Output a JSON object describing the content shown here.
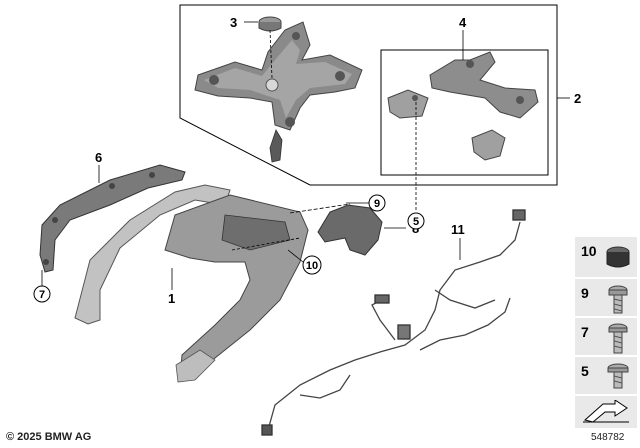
{
  "callouts": {
    "c1": "1",
    "c2": "2",
    "c3": "3",
    "c4": "4",
    "c5": "5",
    "c6": "6",
    "c7": "7",
    "c8": "8",
    "c9": "9",
    "c10": "10",
    "c11": "11"
  },
  "legend": [
    {
      "number": "10",
      "icon": "rubber-cap-icon"
    },
    {
      "number": "9",
      "icon": "screw-icon"
    },
    {
      "number": "7",
      "icon": "screw-icon"
    },
    {
      "number": "5",
      "icon": "screw-icon"
    }
  ],
  "footer": {
    "copyright": "© 2025 BMW AG",
    "diagram_id": "548782"
  },
  "colors": {
    "part_dark": "#6f6f6f",
    "part_mid": "#9a9a9a",
    "part_light": "#c8c8c8",
    "legend_bg": "#e9e9e9"
  }
}
